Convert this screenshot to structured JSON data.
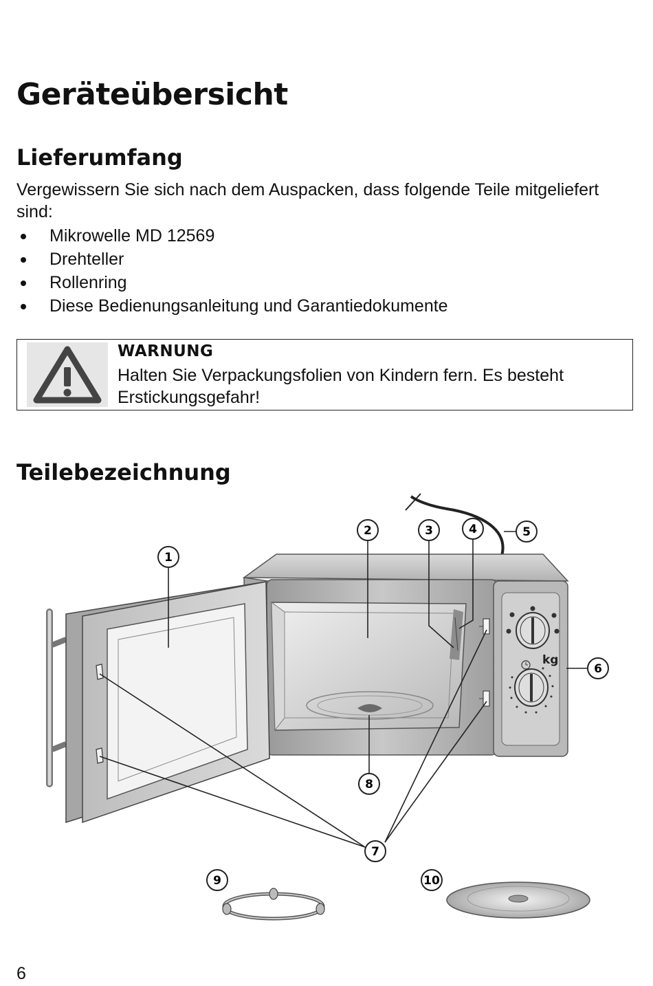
{
  "page": {
    "title": "Geräteübersicht",
    "page_number": "6"
  },
  "lieferumfang": {
    "heading": "Lieferumfang",
    "intro": "Vergewissern Sie sich nach dem Auspacken, dass folgende Teile mitgeliefert sind:",
    "items": [
      "Mikrowelle MD 12569",
      "Drehteller",
      "Rollenring",
      "Diese Bedienungsanleitung und Garantiedokumente"
    ]
  },
  "warning": {
    "icon": "warning-triangle-icon",
    "title": "WARNUNG",
    "text": "Halten Sie Verpackungsfolien von Kindern fern. Es besteht Erstickungsgefahr!"
  },
  "teilebezeichnung": {
    "heading": "Teilebezeichnung",
    "callouts": [
      "1",
      "2",
      "3",
      "4",
      "5",
      "6",
      "7",
      "8",
      "9",
      "10"
    ],
    "dial_label": "kg"
  }
}
